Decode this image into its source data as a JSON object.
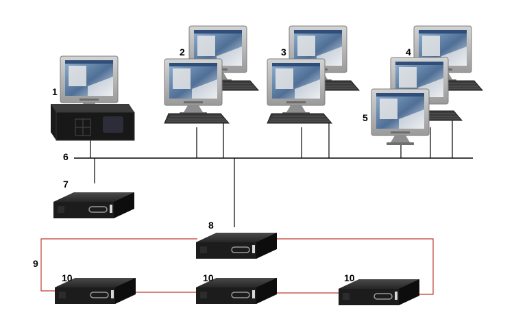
{
  "labels": {
    "n1": "1",
    "n2": "2",
    "n3": "3",
    "n4": "4",
    "n5": "5",
    "n6": "6",
    "n7": "7",
    "n8": "8",
    "n9": "9",
    "n10a": "10",
    "n10b": "10",
    "n10c": "10"
  },
  "colors": {
    "network_line": "#000000",
    "ring_line": "#c0392b",
    "unit_body": "#1b1b1b",
    "monitor_bezel": "#b8b8b8",
    "screen": "#6b8fb5"
  }
}
